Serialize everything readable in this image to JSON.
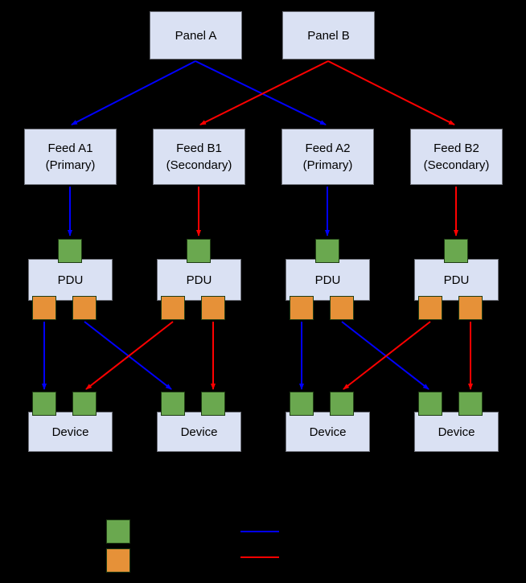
{
  "colors": {
    "background": "#000000",
    "node_fill": "#dae1f3",
    "node_text": "#000000",
    "input_port": "#6aa84f",
    "output_port": "#e69138",
    "port_border": "#1f3d14",
    "primary_path": "#0000ff",
    "secondary_path": "#ff0000"
  },
  "nodes": {
    "panels": [
      {
        "label": "Panel A"
      },
      {
        "label": "Panel B"
      }
    ],
    "feeds": [
      {
        "line1": "Feed A1",
        "line2": "(Primary)"
      },
      {
        "line1": "Feed B1",
        "line2": "(Secondary)"
      },
      {
        "line1": "Feed A2",
        "line2": "(Primary)"
      },
      {
        "line1": "Feed B2",
        "line2": "(Secondary)"
      }
    ],
    "pdus": [
      {
        "label": "PDU"
      },
      {
        "label": "PDU"
      },
      {
        "label": "PDU"
      },
      {
        "label": "PDU"
      }
    ],
    "devices": [
      {
        "label": "Device"
      },
      {
        "label": "Device"
      },
      {
        "label": "Device"
      },
      {
        "label": "Device"
      }
    ]
  },
  "legend": {
    "swatches": [
      {
        "name": "input-port-swatch",
        "shape": "square",
        "color": "#6aa84f"
      },
      {
        "name": "output-port-swatch",
        "shape": "square",
        "color": "#e69138"
      },
      {
        "name": "primary-path-swatch",
        "shape": "line",
        "color": "#0000ff"
      },
      {
        "name": "secondary-path-swatch",
        "shape": "line",
        "color": "#ff0000"
      }
    ]
  }
}
